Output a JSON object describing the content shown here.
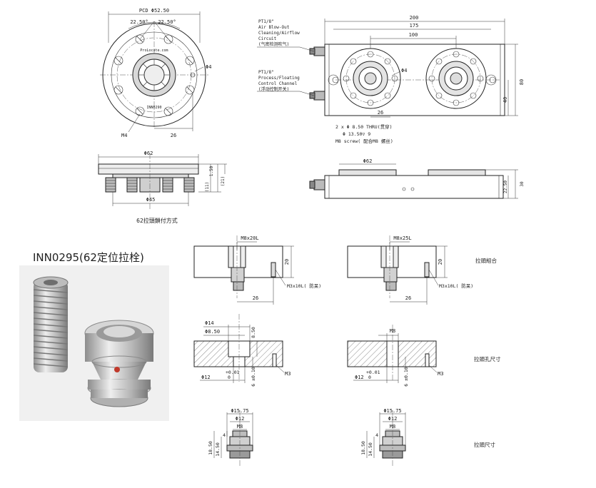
{
  "photo_panel": {
    "title": "INN0295(62定位拉栓)"
  },
  "top_left_view": {
    "pcd": "PCD Φ52.50",
    "angle_left": "22.50°",
    "angle_right": "22.50°",
    "hole_dia": "Φ4",
    "thread": "M4",
    "offset": "26",
    "engrave_top": "ProLocate.com",
    "engrave_bottom": "INN0290"
  },
  "top_right_view": {
    "port1_label": "PT1/8\"",
    "port1_desc1": "Air Blow-Out",
    "port1_desc2": "Cleaning/Airflow",
    "port1_desc3": "Circuit",
    "port1_desc4": "(气密检测吹气)",
    "port2_label": "PT1/8\"",
    "port2_desc1": "Process/Floating",
    "port2_desc2": "Control Channel",
    "port2_desc3": "(浮动控制开关)",
    "dim_200": "200",
    "dim_175": "175",
    "dim_100": "100",
    "dim_26": "26",
    "dim_80": "80",
    "dim_40": "40",
    "hole_note": "Φ4",
    "note1": "2 x Φ 8.50 THRU(贯穿)",
    "note2": "Φ 13.50▽ 9",
    "note3": "M8 screw( 配合M8 螺丝)"
  },
  "side_left_view": {
    "dim_62": "Φ62",
    "dim_45": "Φ45",
    "dim_1": "1.50",
    "dim_2": "(21)",
    "dim_3": "(11)",
    "caption": "62拉頭鎖付方式"
  },
  "side_right_view": {
    "dim_62": "Φ62",
    "dim_h1": "22.50",
    "dim_h2": "30"
  },
  "assembly_row": {
    "left_thread": "M8x20L",
    "left_pin": "M3x10L( 防呆)",
    "left_h": "20",
    "left_w": "26",
    "right_thread": "M8x25L",
    "right_pin": "M3x10L( 防呆)",
    "right_h": "20",
    "right_w": "26",
    "label": "拉頭組合"
  },
  "hole_row": {
    "left_d14": "Φ14",
    "left_d850": "Φ8.50",
    "left_h850": "8.50",
    "left_tol": "+0.01",
    "left_tol0": "0",
    "left_d12": "Φ12",
    "left_depth": "6 ±0.10",
    "left_m3": "M3",
    "right_m8": "M8",
    "right_tol": "+0.01",
    "right_tol0": "0",
    "right_d12": "Φ12",
    "right_depth": "6 ±0.10",
    "right_m3": "M3",
    "label": "拉頭孔尺寸"
  },
  "pin_row": {
    "left_d1575": "Φ15.75",
    "left_d12": "Φ12",
    "left_m8": "M8",
    "left_h1850": "18.50",
    "left_h1450": "14.50",
    "left_h4": "4",
    "right_d1575": "Φ15.75",
    "right_d12": "Φ12",
    "right_m8": "M8",
    "right_h1850": "18.50",
    "right_h1450": "14.50",
    "right_h4": "4",
    "label": "拉頭尺寸"
  }
}
